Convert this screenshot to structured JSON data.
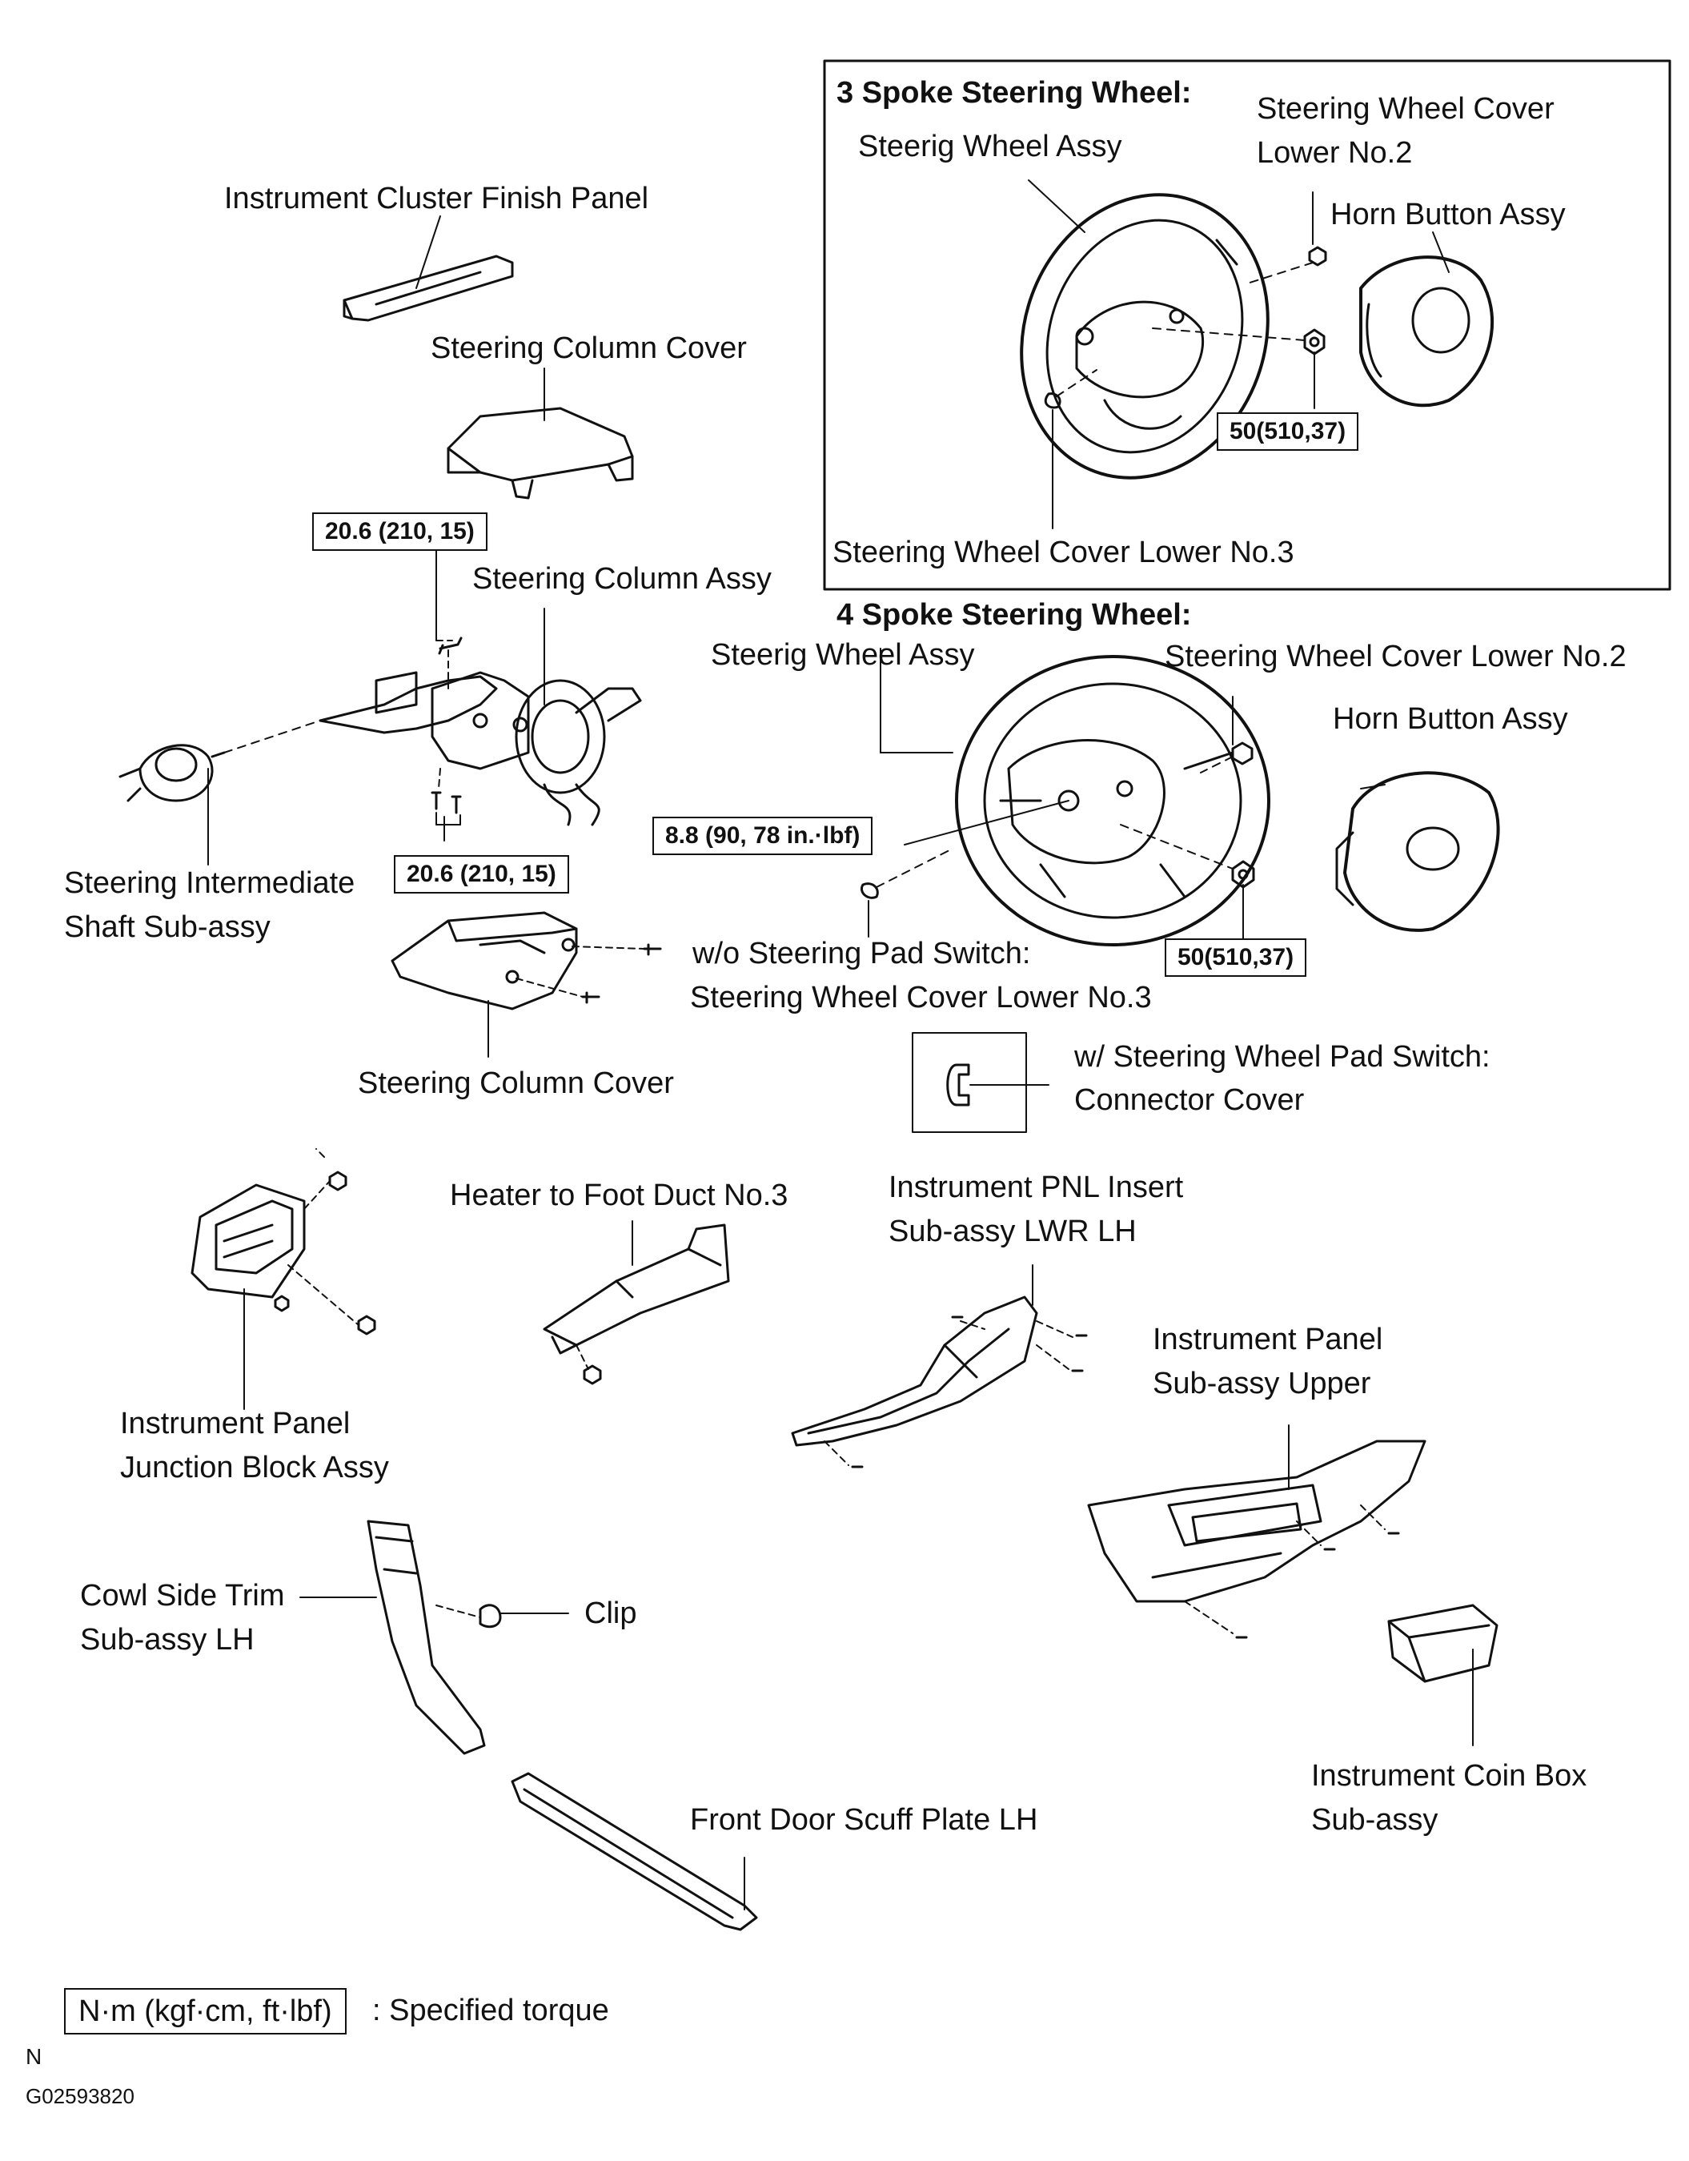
{
  "three_spoke": {
    "heading": "3 Spoke Steering Wheel:",
    "wheel_assy": "Steerig Wheel Assy",
    "cover_lower_no2": [
      "Steering Wheel Cover",
      "Lower No.2"
    ],
    "horn_button": "Horn Button Assy",
    "torque": "50(510,37)",
    "cover_lower_no3": "Steering Wheel Cover Lower No.3"
  },
  "four_spoke": {
    "heading": "4 Spoke Steering Wheel:",
    "wheel_assy": "Steerig Wheel Assy",
    "cover_lower_no2": "Steering Wheel Cover Lower No.2",
    "horn_button": "Horn Button Assy",
    "torque_bolt": "8.8 (90, 78 in.·lbf)",
    "torque_nut": "50(510,37)",
    "wo_pad_switch": [
      "w/o Steering Pad Switch:",
      "Steering Wheel Cover Lower No.3"
    ],
    "w_pad_switch": [
      "w/ Steering Wheel Pad Switch:",
      "Connector Cover"
    ]
  },
  "column": {
    "finish_panel": "Instrument Cluster Finish Panel",
    "upper_cover": "Steering Column Cover",
    "torque_upper": "20.6 (210, 15)",
    "column_assy": "Steering Column Assy",
    "intermediate_shaft": [
      "Steering Intermediate",
      "Shaft Sub-assy"
    ],
    "torque_lower": "20.6 (210, 15)",
    "lower_cover": "Steering Column Cover"
  },
  "lower_parts": {
    "junction_block": [
      "Instrument Panel",
      "Junction Block Assy"
    ],
    "foot_duct": "Heater to Foot Duct No.3",
    "pnl_insert": [
      "Instrument PNL Insert",
      "Sub-assy LWR LH"
    ],
    "panel_upper": [
      "Instrument Panel",
      "Sub-assy Upper"
    ],
    "cowl_trim": [
      "Cowl Side Trim",
      "Sub-assy LH"
    ],
    "clip": "Clip",
    "scuff_plate": "Front Door Scuff Plate LH",
    "coin_box": [
      "Instrument Coin Box",
      "Sub-assy"
    ]
  },
  "legend": {
    "units": "N·m (kgf·cm, ft·lbf)",
    "meaning": ": Specified torque"
  },
  "footer": {
    "letter": "N",
    "code": "G02593820"
  }
}
